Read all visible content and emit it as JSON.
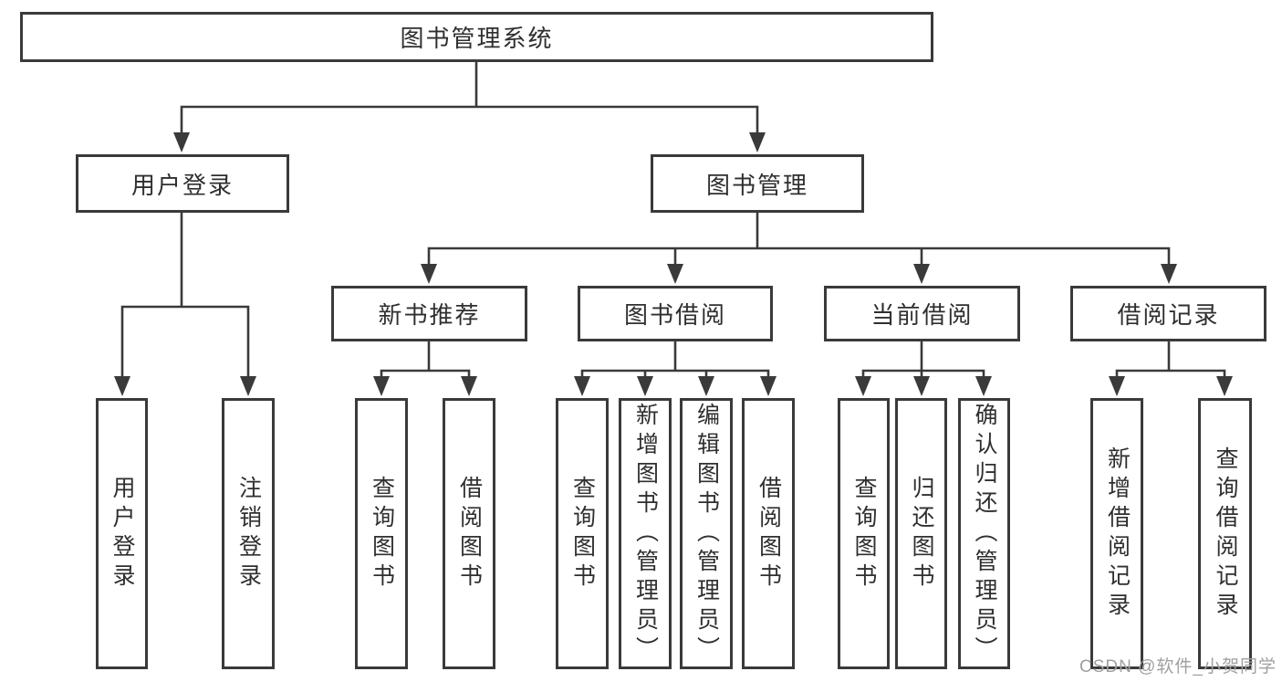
{
  "tree": {
    "root": "图书管理系统",
    "branches": [
      {
        "label": "用户登录",
        "leaves": [
          "用户登录",
          "注销登录"
        ]
      },
      {
        "label": "图书管理",
        "groups": [
          {
            "label": "新书推荐",
            "leaves": [
              "查询图书",
              "借阅图书"
            ]
          },
          {
            "label": "图书借阅",
            "leaves": [
              "查询图书",
              "新增图书（管理员）",
              "编辑图书（管理员）",
              "借阅图书"
            ]
          },
          {
            "label": "当前借阅",
            "leaves": [
              "查询图书",
              "归还图书",
              "确认归还（管理员）"
            ]
          },
          {
            "label": "借阅记录",
            "leaves": [
              "新增借阅记录",
              "查询借阅记录"
            ]
          }
        ]
      }
    ]
  },
  "watermark": "CSDN @软件_小贺同学",
  "colors": {
    "line": "#3a3a3a",
    "box_border": "#3a3a3a",
    "box_fill": "#ffffff",
    "text": "#2f2f2f",
    "watermark": "#a0a0a0",
    "background": "#ffffff"
  }
}
